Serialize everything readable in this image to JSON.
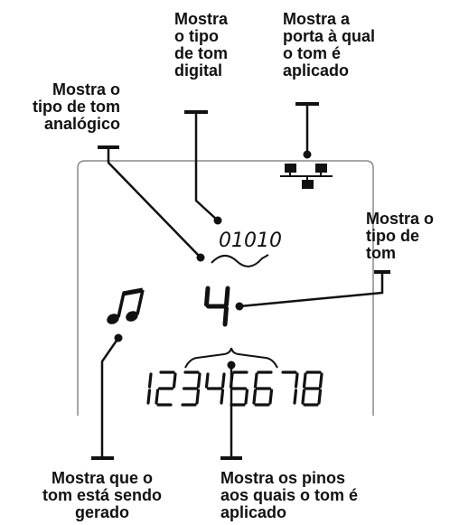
{
  "callouts": {
    "digital_tone_type": "Mostra\no tipo\nde tom\ndigital",
    "port_applied": "Mostra a\nporta à qual\no tom é\naplicado",
    "analog_tone_type": "Mostra o\ntipo de tom\nanalógico",
    "tone_type": "Mostra o\ntipo de\ntom",
    "tone_generated": "Mostra que o\ntom está sendo\ngerado",
    "pins_applied": "Mostra os pinos\naos quais o tom é\naplicado"
  },
  "display": {
    "digital_code": "01010",
    "tone_number": "4",
    "pin_digits": [
      "1",
      "2",
      "3",
      "4",
      "5",
      "6",
      "7",
      "8"
    ]
  },
  "icons": {
    "network_port": "network-topology-icon",
    "music_note": "double-eighth-note-icon",
    "analog_wave": "sine-wave-icon"
  },
  "colors": {
    "ink": "#111111",
    "frame": "#8a8a8a",
    "background": "#ffffff"
  }
}
